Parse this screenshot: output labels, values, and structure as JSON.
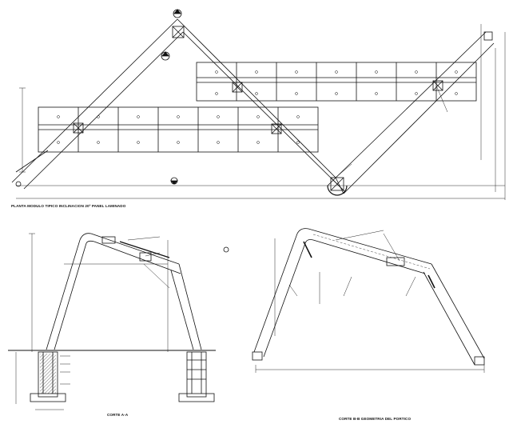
{
  "drawing": {
    "plan_title": "PLANTA MODULO TIPICO INCLINACION 20º  PANEL LAMINADO",
    "section_a_title": "CORTE A-A",
    "section_b_title": "CORTE B-B   GEOMETRIA DEL PORTICO",
    "colors": {
      "ink": "#111111",
      "paper": "#ffffff"
    }
  }
}
